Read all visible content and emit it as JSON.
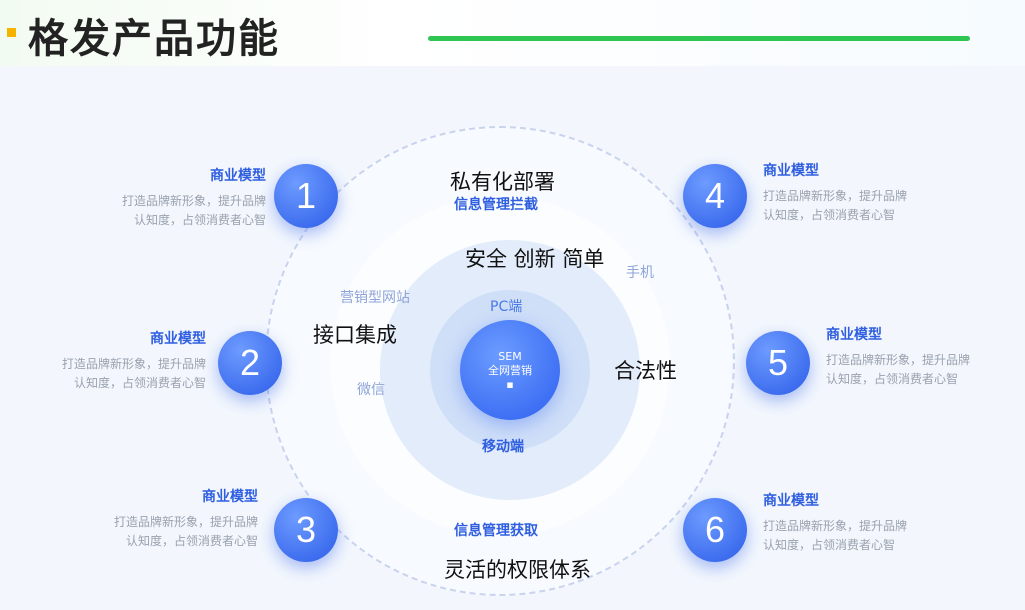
{
  "header": {
    "title": "格发产品功能"
  },
  "core": {
    "line1": "SEM",
    "line2": "全网营销",
    "line3": "▪"
  },
  "features": [
    {
      "number": "1",
      "title": "商业模型",
      "desc_line1": "打造品牌新形象，提升品牌",
      "desc_line2": "认知度，占领消费者心智"
    },
    {
      "number": "2",
      "title": "商业模型",
      "desc_line1": "打造品牌新形象，提升品牌",
      "desc_line2": "认知度，占领消费者心智"
    },
    {
      "number": "3",
      "title": "商业模型",
      "desc_line1": "打造品牌新形象，提升品牌",
      "desc_line2": "认知度，占领消费者心智"
    },
    {
      "number": "4",
      "title": "商业模型",
      "desc_line1": "打造品牌新形象，提升品牌",
      "desc_line2": "认知度，占领消费者心智"
    },
    {
      "number": "5",
      "title": "商业模型",
      "desc_line1": "打造品牌新形象，提升品牌",
      "desc_line2": "认知度，占领消费者心智"
    },
    {
      "number": "6",
      "title": "商业模型",
      "desc_line1": "打造品牌新形象，提升品牌",
      "desc_line2": "认知度，占领消费者心智"
    }
  ],
  "labels": {
    "private_deploy": "私有化部署",
    "info_manage_block": "信息管理拦截",
    "safe_innov_simple": "安全 创新 简单",
    "mobile_phone": "手机",
    "marketing_site": "营销型网站",
    "pc": "PC端",
    "api_integration": "接口集成",
    "legality": "合法性",
    "wechat": "微信",
    "mobile_end": "移动端",
    "info_manage_get": "信息管理获取",
    "flexible_permission": "灵活的权限体系"
  }
}
